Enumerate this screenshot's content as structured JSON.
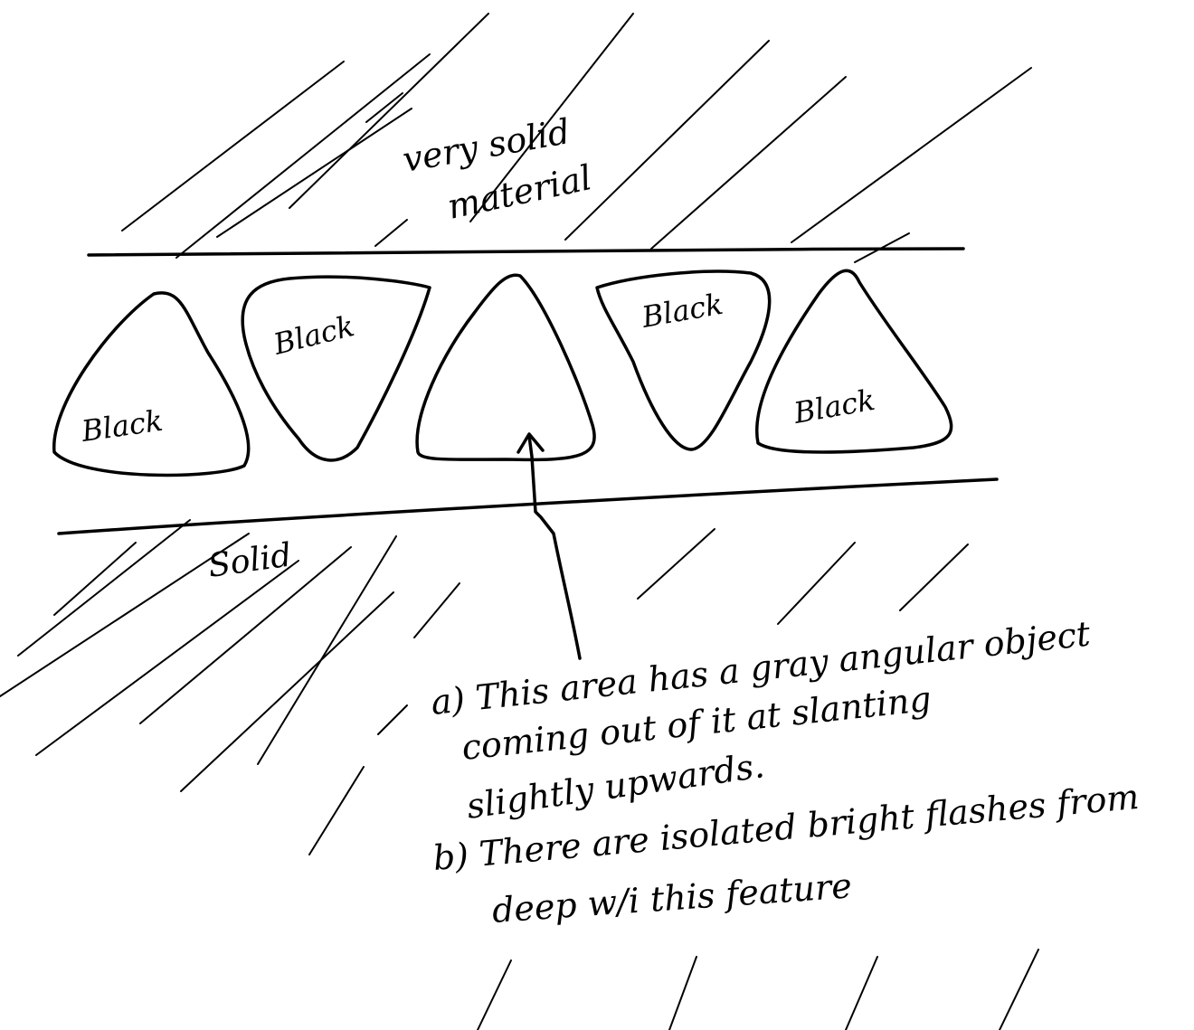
{
  "labels": {
    "top_region_line1": "very solid",
    "top_region_line2": "material",
    "bottom_region": "Solid",
    "shape1": "Black",
    "shape2": "Black",
    "shape4": "Black",
    "shape5": "Black"
  },
  "annotation": {
    "a_line1": "a) This area has a gray angular object",
    "a_line2": "coming out of it at slanting",
    "a_line3": "slightly upwards.",
    "b_line1": "b) There are isolated bright flashes from",
    "b_line2": "deep w/i this feature"
  },
  "colors": {
    "ink": "#000000",
    "paper": "#ffffff"
  }
}
